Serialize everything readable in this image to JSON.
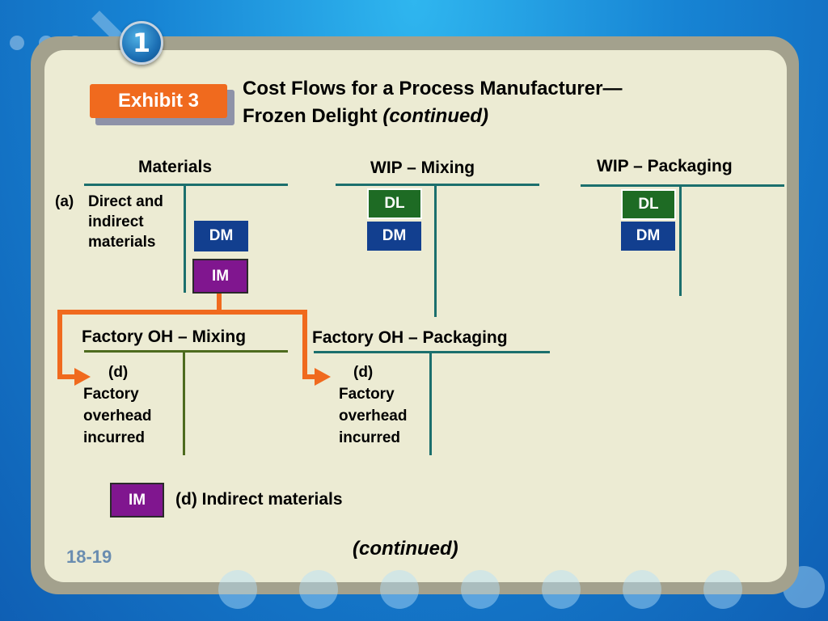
{
  "slide": {
    "number_badge": "1",
    "exhibit_label": "Exhibit 3",
    "title_line1": "Cost Flows for a Process Manufacturer—",
    "title_line2_main": "Frozen Delight",
    "title_line2_italic": "(continued)",
    "slide_number": "18-19",
    "footer_note": "(continued)"
  },
  "accounts": {
    "materials": {
      "title": "Materials",
      "entry_letter": "(a)",
      "entry_line1": "Direct and",
      "entry_line2": "indirect",
      "entry_line3": "materials",
      "credit_dm": "DM",
      "credit_im": "IM"
    },
    "wip_mixing": {
      "title": "WIP – Mixing",
      "debit_dl": "DL",
      "debit_dm": "DM"
    },
    "wip_packaging": {
      "title": "WIP – Packaging",
      "debit_dl": "DL",
      "debit_dm": "DM"
    },
    "foh_mixing": {
      "title": "Factory OH – Mixing",
      "entry_letter": "(d)",
      "entry_line1": "Factory",
      "entry_line2": "overhead",
      "entry_line3": "incurred"
    },
    "foh_packaging": {
      "title": "Factory OH – Packaging",
      "entry_letter": "(d)",
      "entry_line1": "Factory",
      "entry_line2": "overhead",
      "entry_line3": "incurred"
    }
  },
  "legend": {
    "im_box": "IM",
    "im_text": "(d) Indirect materials"
  },
  "colors": {
    "account_line_teal": "#1b6f6d",
    "account_line_olive": "#4d6b1e",
    "flow_arrow": "#f06a1e",
    "dm_box": "#123f8f",
    "dl_box": "#1e6b24",
    "im_box": "#80168f"
  }
}
